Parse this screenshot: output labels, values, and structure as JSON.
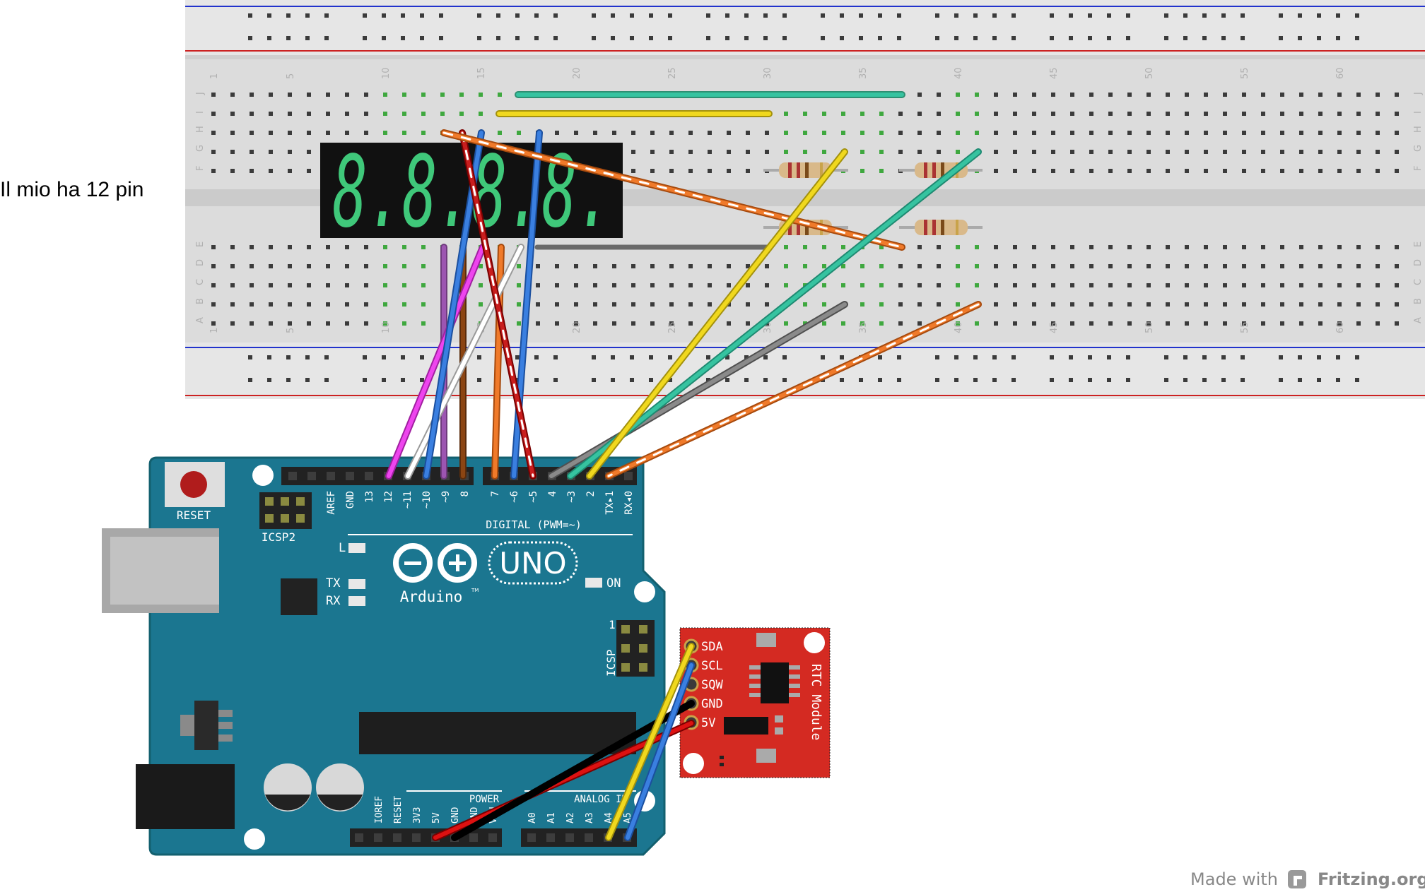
{
  "note": "Il mio ha 12 pin",
  "breadboard": {
    "row_letters_top": [
      "J",
      "I",
      "H",
      "G",
      "F"
    ],
    "row_letters_bottom": [
      "E",
      "D",
      "C",
      "B",
      "A"
    ],
    "column_numbers": [
      "1",
      "5",
      "10",
      "15",
      "20",
      "25",
      "30",
      "35",
      "40",
      "45",
      "50",
      "55",
      "60"
    ]
  },
  "display": {
    "digits": "8.8.8.8."
  },
  "arduino": {
    "reset_label": "RESET",
    "icsp2_label": "ICSP2",
    "icsp_label": "ICSP",
    "icsp_pin1": "1",
    "digital_label": "DIGITAL (PWM=~)",
    "brand": "Arduino",
    "tm": "TM",
    "model": "UNO",
    "led_l": "L",
    "led_tx": "TX",
    "led_rx": "RX",
    "led_on": "ON",
    "power_label": "POWER",
    "analog_label": "ANALOG IN",
    "digital_pins": [
      "AREF",
      "GND",
      "13",
      "12",
      "~11",
      "~10",
      "~9",
      "8",
      "7",
      "~6",
      "~5",
      "4",
      "~3",
      "2",
      "TX▸1",
      "RX◂0"
    ],
    "power_pins": [
      "IOREF",
      "RESET",
      "3V3",
      "5V",
      "GND",
      "GND",
      "VIN"
    ],
    "analog_pins": [
      "A0",
      "A1",
      "A2",
      "A3",
      "A4",
      "A5"
    ]
  },
  "rtc": {
    "title": "RTC Module",
    "pins": [
      "SDA",
      "SCL",
      "SQW",
      "GND",
      "5V"
    ]
  },
  "footer": {
    "made_with": "Made with",
    "brand": "Fritzing.org"
  }
}
